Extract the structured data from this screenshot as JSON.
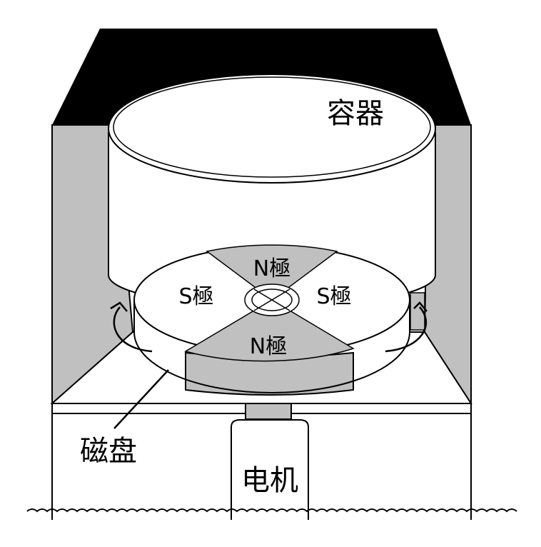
{
  "labels": {
    "container": "容器",
    "magnetic_disk": "磁盘",
    "motor": "电机",
    "pole_n_back": "N極",
    "pole_n_front": "N極",
    "pole_s_left": "S極",
    "pole_s_right": "S極"
  },
  "colors": {
    "line": "#000000",
    "gray_fill": "#c0c0c0",
    "dark_fill": "#000000",
    "background": "#ffffff"
  }
}
